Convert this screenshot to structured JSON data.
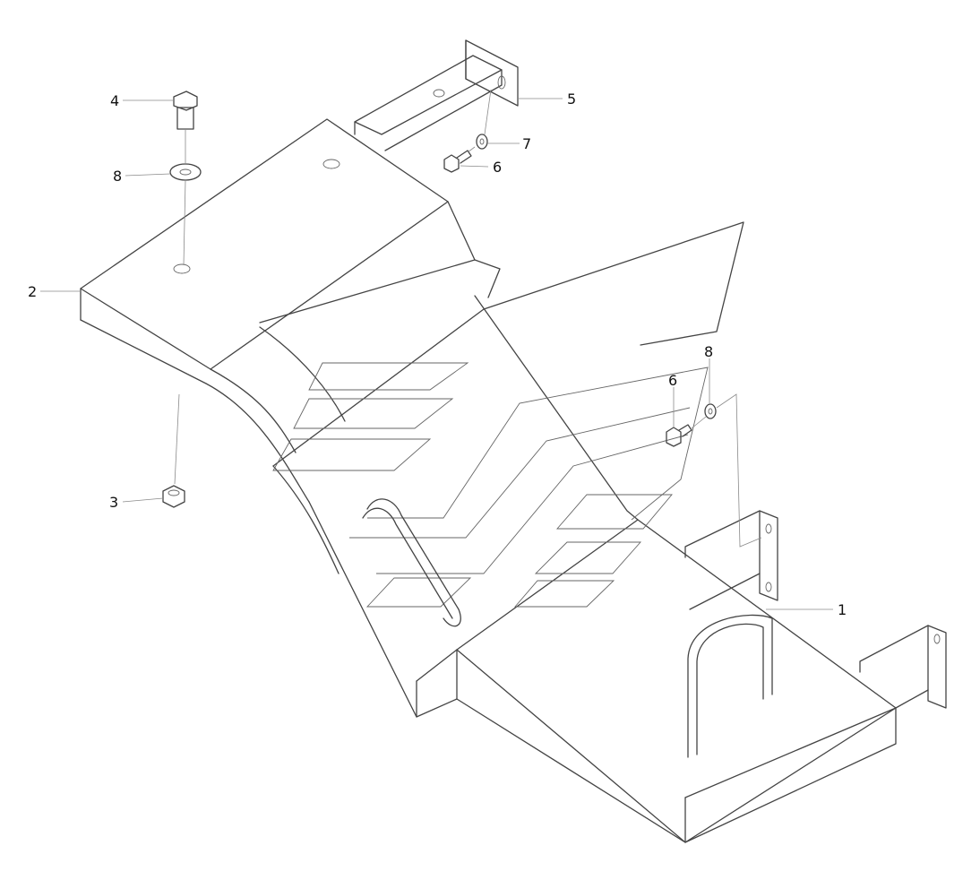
{
  "callouts": {
    "c1": "1",
    "c2": "2",
    "c3": "3",
    "c4": "4",
    "c5": "5",
    "c6a": "6",
    "c6b": "6",
    "c7": "7",
    "c8a": "8",
    "c8b": "8"
  },
  "colors": {
    "line": "#444444",
    "leader": "#8a8a8a",
    "background": "#ffffff"
  }
}
